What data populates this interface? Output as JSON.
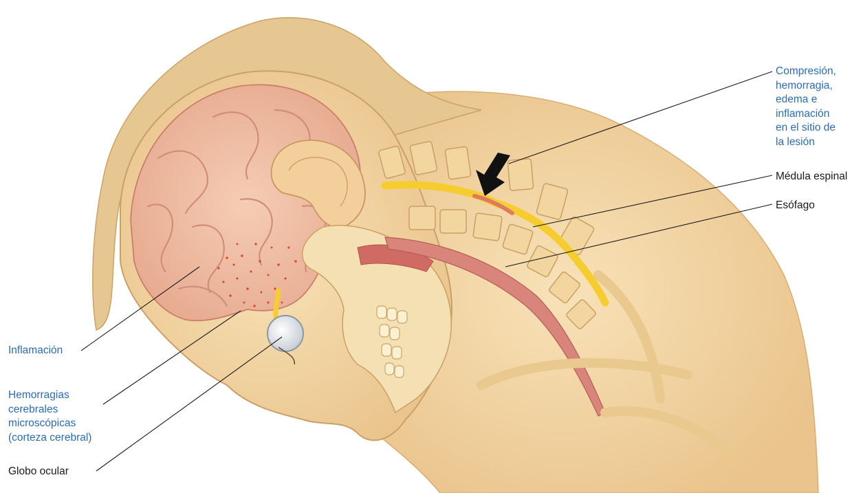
{
  "labels": {
    "compression": "Compresión,\nhemorragia,\nedema e\ninflamación\nen el sitio de\nla lesión",
    "medula": "Médula espinal",
    "esofago": "Esófago",
    "inflamacion": "Inflamación",
    "hemorragias": "Hemorragias\ncerebrales\nmicroscópicas\n(corteza cerebral)",
    "globo": "Globo ocular"
  },
  "colors": {
    "callout_blue": "#2b6cb5",
    "callout_black": "#1a1a1a",
    "skin": "#f5d9a9",
    "skin_shadow": "#e4b97f",
    "brain": "#f0bfa5",
    "brain_fold": "#d99480",
    "hair": "#e3c48e",
    "spinal_cord": "#f6d23d",
    "esophagus": "#d4837a",
    "bone": "#f3dfae",
    "vertebra": "#efd09a",
    "arrow": "#111111"
  },
  "icons": {
    "compression_arrow": "arrow-down-left-icon"
  }
}
